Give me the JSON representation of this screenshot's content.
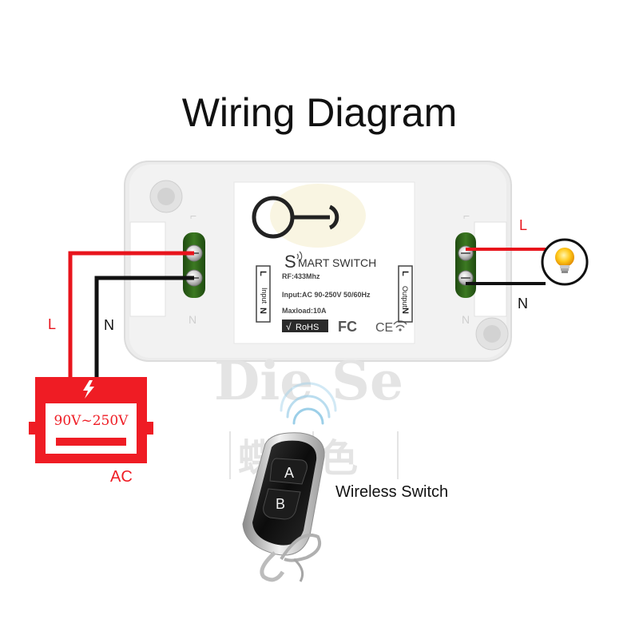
{
  "title": "Wiring Diagram",
  "module": {
    "brand_initial": "S",
    "brand_rest": "MART SWITCH",
    "rf": "RF:433Mhz",
    "input_spec": "Input:AC 90-250V 50/60Hz",
    "maxload": "Maxload:10A",
    "rohs": "RoHS",
    "rohs_check": "√",
    "fc": "FC",
    "ce": "CE",
    "input_label": "Input",
    "output_label": "Output",
    "terminal_l": "L",
    "terminal_n": "N"
  },
  "wires": {
    "left_l": "L",
    "left_n": "N",
    "right_l": "L",
    "right_n": "N",
    "l_color": "#e8141c",
    "n_color": "#111111"
  },
  "ac_source": {
    "voltage": "90V~250V",
    "label": "AC",
    "color": "#ef1c24"
  },
  "watermark": {
    "latin": "Die Se",
    "cjk_left": "蝶",
    "cjk_right": "色"
  },
  "remote": {
    "button_a": "A",
    "button_b": "B",
    "caption": "Wireless Switch"
  }
}
